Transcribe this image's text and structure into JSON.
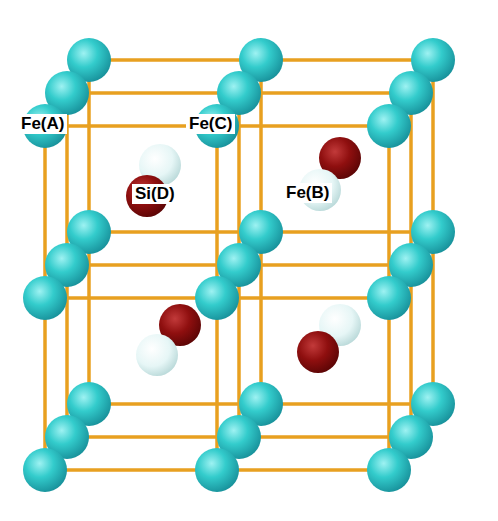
{
  "diagram": {
    "labels": [
      "Fe(A)",
      "Fe(C)",
      "Si(D)",
      "Fe(B)"
    ]
  }
}
